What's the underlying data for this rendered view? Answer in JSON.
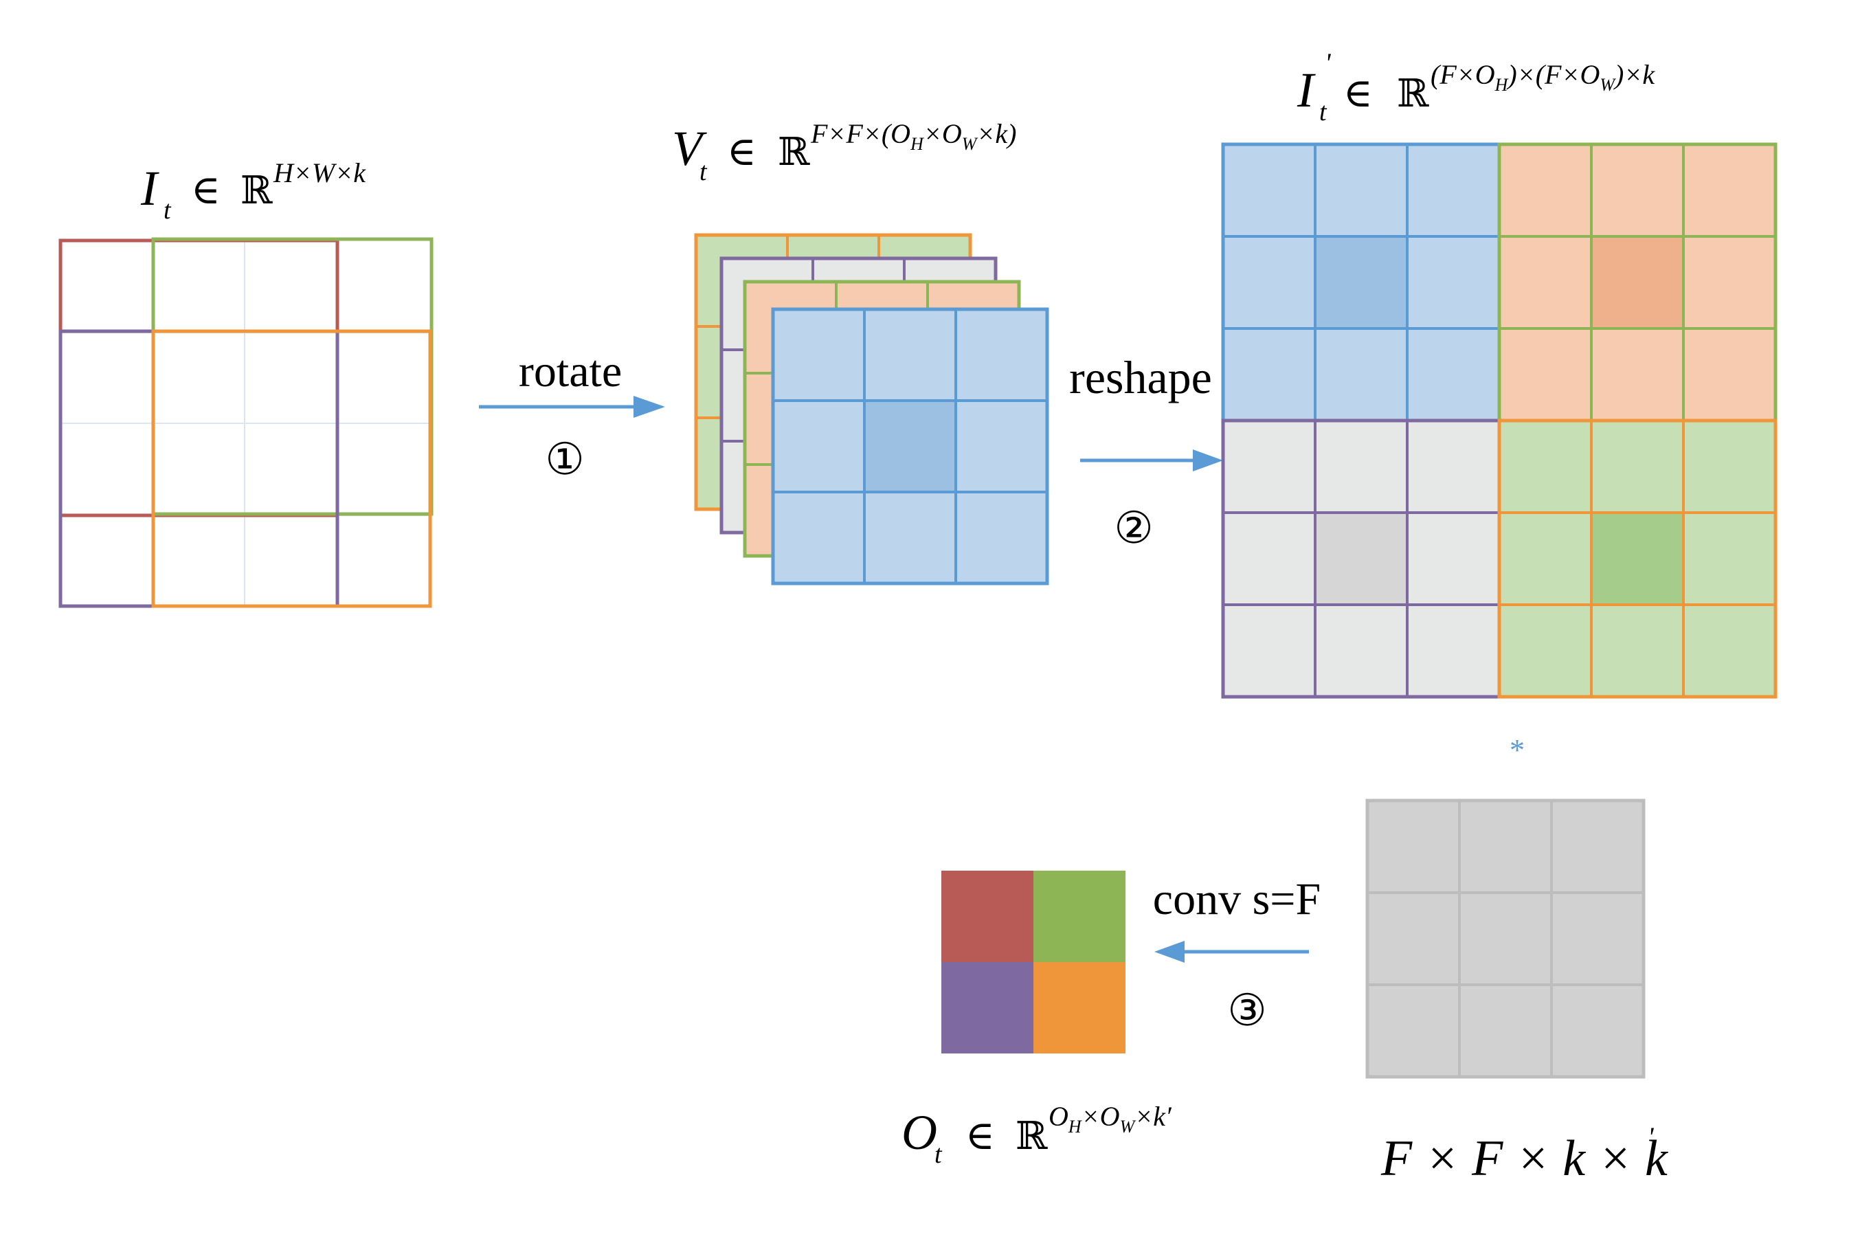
{
  "colors": {
    "red": "#B85A55",
    "green": "#8DB555",
    "purple": "#7E6AA0",
    "orange": "#F0963A",
    "blue_border": "#5B9BD5",
    "blue_fill": "#BDD5EC",
    "blue_center": "#9CC0E2",
    "salmon_fill": "#F7CBB0",
    "salmon_center": "#EFB08C",
    "gray_fill": "#E6E7E7",
    "gray_center": "#D6D6D6",
    "lightgreen_fill": "#C6DFB4",
    "green_center": "#A6CC8C",
    "kernel_fill": "#D1D1D1",
    "kernel_border": "#BDBDBD",
    "arrow": "#5B9BD5"
  },
  "input": {
    "label_base": "I",
    "label_sub": "t",
    "label_in": "∈",
    "label_R": "ℝ",
    "label_sup": "H×W×k"
  },
  "vectors": {
    "label_base": "V",
    "label_sub": "t",
    "label_in": "∈",
    "label_R": "ℝ",
    "label_sup": "F×F×(O",
    "label_sup_h": "H",
    "label_sup_mid": "×O",
    "label_sup_w": "W",
    "label_sup_end": "×k)"
  },
  "reshaped": {
    "label_base": "I",
    "label_prime": "'",
    "label_sub": "t",
    "label_in": "∈",
    "label_R": "ℝ",
    "label_sup_a": "(F×O",
    "label_sup_h": "H",
    "label_sup_b": ")×(F×O",
    "label_sup_w": "W",
    "label_sup_c": ")×k"
  },
  "output": {
    "label_base": "O",
    "label_sub": "t",
    "label_in": "∈",
    "label_R": "ℝ",
    "label_sup_a": "O",
    "label_sup_h": "H",
    "label_sup_b": "×O",
    "label_sup_w": "W",
    "label_sup_c": "×k′"
  },
  "kernel": {
    "label": "F × F × k × k",
    "label_prime": "'",
    "conv_symbol": "*"
  },
  "steps": [
    {
      "label": "rotate",
      "number": "①"
    },
    {
      "label": "reshape",
      "number": "②"
    },
    {
      "label": "conv s=F",
      "number": "③"
    }
  ]
}
